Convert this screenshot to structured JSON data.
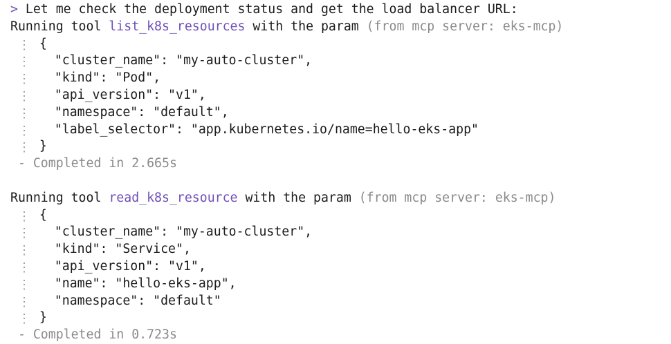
{
  "prompt_symbol": ">",
  "intro_message": "Let me check the deployment status and get the load balancer URL:",
  "indent_marker": "⋮",
  "tool_calls": [
    {
      "prefix": "Running tool ",
      "tool": "list_k8s_resources",
      "middle": " with the param ",
      "source": "(from mcp server: eks-mcp)",
      "open_brace": "{",
      "params": [
        "\"cluster_name\": \"my-auto-cluster\",",
        "\"kind\": \"Pod\",",
        "\"api_version\": \"v1\",",
        "\"namespace\": \"default\",",
        "\"label_selector\": \"app.kubernetes.io/name=hello-eks-app\""
      ],
      "close_brace": "}",
      "status": "- Completed in 2.665s"
    },
    {
      "prefix": "Running tool ",
      "tool": "read_k8s_resource",
      "middle": " with the param ",
      "source": "(from mcp server: eks-mcp)",
      "open_brace": "{",
      "params": [
        "\"cluster_name\": \"my-auto-cluster\",",
        "\"kind\": \"Service\",",
        "\"api_version\": \"v1\",",
        "\"name\": \"hello-eks-app\",",
        "\"namespace\": \"default\""
      ],
      "close_brace": "}",
      "status": "- Completed in 0.723s"
    }
  ]
}
